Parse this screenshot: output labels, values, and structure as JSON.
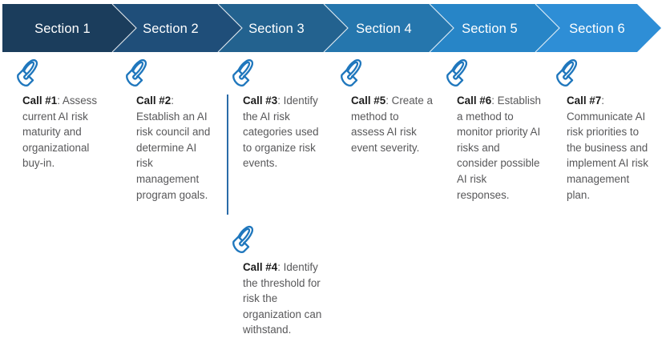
{
  "banner": {
    "name": "section-chevron-banner",
    "sections": [
      {
        "label": "Section 1",
        "color": "#1b3d5c"
      },
      {
        "label": "Section 2",
        "color": "#1f4e79"
      },
      {
        "label": "Section 3",
        "color": "#23628f"
      },
      {
        "label": "Section 4",
        "color": "#2576ad"
      },
      {
        "label": "Section 5",
        "color": "#2785c7"
      },
      {
        "label": "Section 6",
        "color": "#2e8ed6"
      }
    ],
    "divider_color": "#ffffff"
  },
  "icons": {
    "phone": "phone-icon",
    "phone_color": "#1f77bd"
  },
  "colors": {
    "accent": "#1f77bd",
    "rule": "#2a6ca8",
    "body_text": "#58585a",
    "label_text": "#1c1c1c"
  },
  "steps": [
    {
      "id": "call-1",
      "label": "Call #1",
      "separator": ":",
      "text": " Assess current AI risk maturity and organizational buy-in."
    },
    {
      "id": "call-2",
      "label": "Call #2",
      "separator": ":",
      "text": " Establish an AI risk council and determine AI risk management program goals."
    },
    {
      "id": "call-3",
      "label": "Call #3",
      "separator": ":",
      "text": " Identify the AI risk categories used to organize risk events."
    },
    {
      "id": "call-4",
      "label": "Call #4",
      "separator": ":",
      "text": " Identify the threshold for risk the organization can withstand."
    },
    {
      "id": "call-5",
      "label": "Call #5",
      "separator": ":",
      "text": " Create a method to assess AI risk event severity."
    },
    {
      "id": "call-6",
      "label": "Call #6",
      "separator": ":",
      "text": " Establish a method to monitor priority AI risks and consider possible AI risk responses."
    },
    {
      "id": "call-7",
      "label": "Call #7",
      "separator": ":",
      "text": " Communicate AI risk priorities to the business and implement AI risk management plan."
    }
  ]
}
